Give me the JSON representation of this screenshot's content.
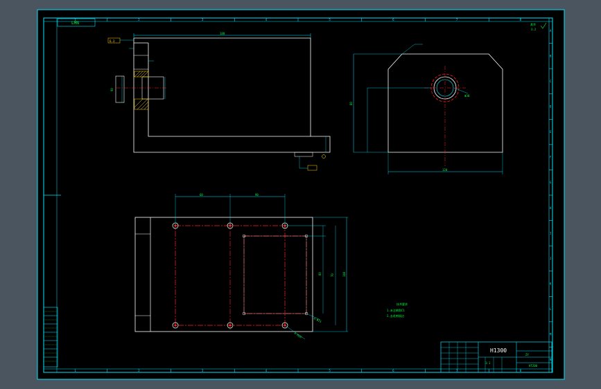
{
  "colors": {
    "background": "#4a5560",
    "sheet": "#000000",
    "frame": "#00e5ff",
    "geometry": "#ffffff",
    "dimension": "#00e5ff",
    "text": "#00ff40",
    "centerline": "#ff2020",
    "hatch": "#ffd000",
    "annotation": "#ffff00"
  },
  "border": {
    "top_zones": [
      "1",
      "2",
      "3",
      "4",
      "5",
      "6",
      "7",
      "8"
    ],
    "bottom_zones": [
      "1",
      "2",
      "3",
      "4",
      "5",
      "6",
      "7",
      "8"
    ],
    "right_zones": [
      "A",
      "B",
      "C",
      "D",
      "E",
      "F",
      "G",
      "H",
      "I",
      "J",
      "K",
      "L",
      "M",
      "N"
    ]
  },
  "labels": {
    "title_tab": "LMN",
    "surface_finish_note": "其余",
    "surface_finish_value": "3.2",
    "roughness_tag": "6.3",
    "tech_req_title": "技术要求",
    "tech_req_line1": "1.未注倒角C1",
    "tech_req_line2": "2.去毛刺锐边",
    "dim_top_width": "188",
    "dim_front_height": "90",
    "dim_side_width": "120",
    "dim_side_height": "80",
    "dim_hole_dia": "Φ30",
    "dim_plan_1": "60",
    "dim_plan_2": "90",
    "dim_plan_3": "80",
    "dim_plan_4": "70",
    "dim_plan_right": "140",
    "hole_note": "4-M10",
    "hole_note_2": "4-Φ11"
  },
  "title_block": {
    "drawing_name": "H1300",
    "part_code": "ZY",
    "material": "HT200",
    "scale_label": "1:1"
  },
  "left_table": {
    "rows": [
      "",
      "",
      "",
      "",
      "",
      "",
      ""
    ]
  }
}
